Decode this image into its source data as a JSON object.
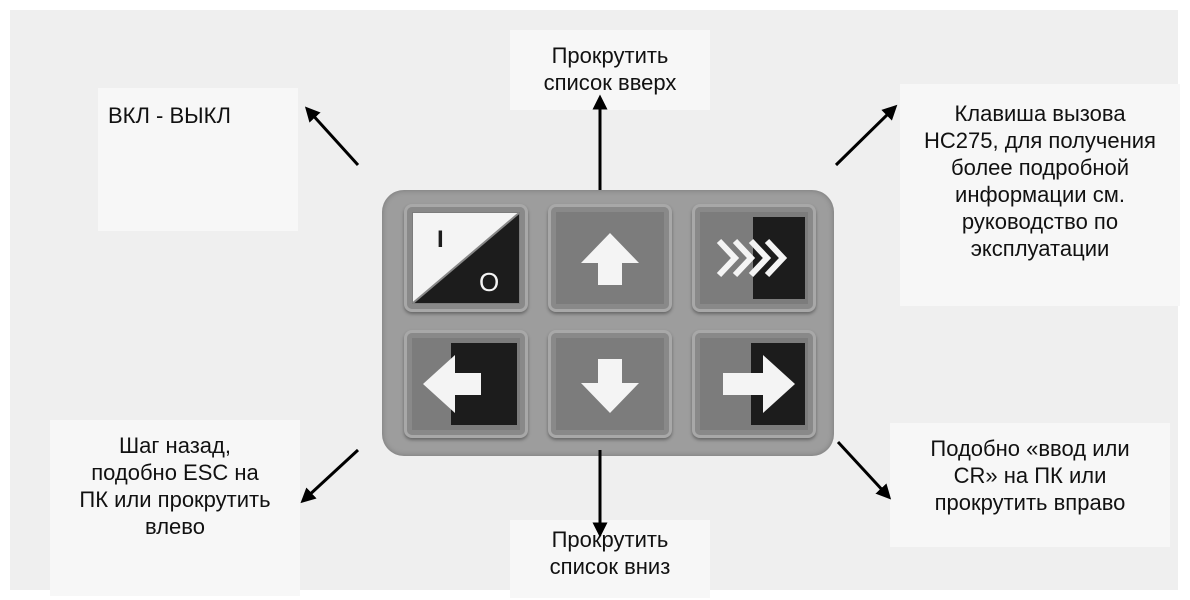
{
  "labels": {
    "power": [
      "ВКЛ - ВЫКЛ"
    ],
    "up": [
      "Прокрутить",
      "список вверх"
    ],
    "help": [
      "Клавиша вызова",
      "HC275, для получения",
      "более подробной",
      "информации см.",
      "руководство по",
      "эксплуатации"
    ],
    "back": [
      "Шаг назад,",
      "подобно ESC на",
      "ПК или прокрутить",
      "влево"
    ],
    "down": [
      "Прокрутить",
      "список вниз"
    ],
    "enter": [
      "Подобно «ввод или",
      "CR» на ПК или",
      "прокрутить вправо"
    ]
  },
  "keys": {
    "power_on_symbol": "I",
    "power_off_symbol": "O",
    "power_icon": "power-toggle-icon",
    "up_icon": "arrow-up-icon",
    "help_icon": "chevrons-right-icon",
    "left_icon": "arrow-left-icon",
    "down_icon": "arrow-down-icon",
    "right_icon": "arrow-right-icon"
  },
  "colors": {
    "background": "#efefef",
    "keypad": "#9d9d9d",
    "key_face": "#7c7c7c",
    "key_dark": "#1a1a1a",
    "key_light": "#f4f4f4"
  }
}
